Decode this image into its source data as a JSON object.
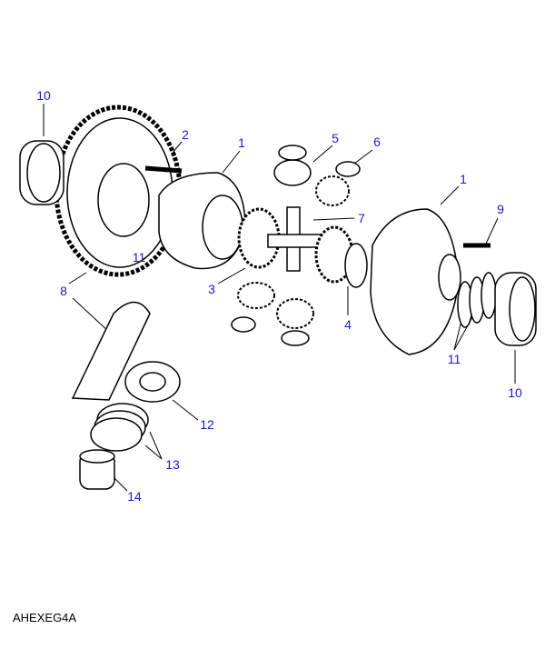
{
  "diagram": {
    "callouts": [
      "10",
      "2",
      "1",
      "5",
      "6",
      "1",
      "9",
      "7",
      "11",
      "3",
      "8",
      "4",
      "11",
      "10",
      "12",
      "13",
      "14"
    ],
    "caption": "AHEXEG4A",
    "callout_color": "#1a1acc"
  }
}
